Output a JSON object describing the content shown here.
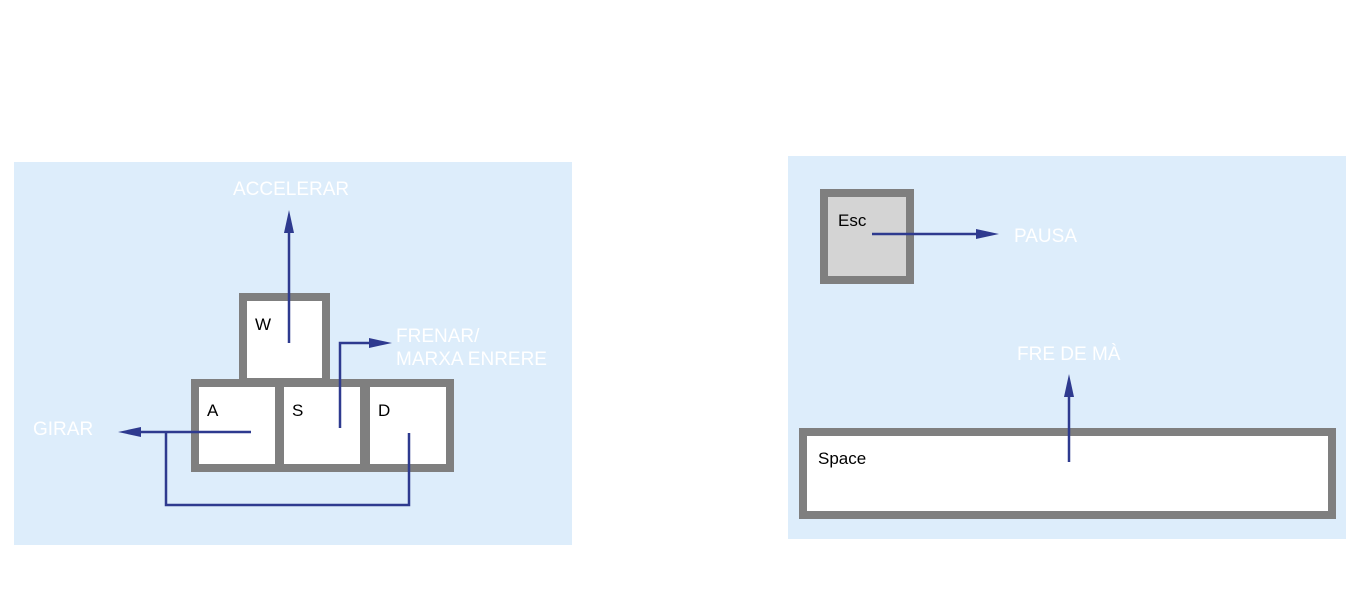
{
  "colors": {
    "panel_background": "#ddedfb",
    "key_border": "#7f7f7f",
    "key_face": "#ffffff",
    "esc_key_face": "#d4d4d4",
    "arrow": "#2e3a8f",
    "caption_text": "#ffffff"
  },
  "movement_keys": {
    "w": "W",
    "a": "A",
    "s": "S",
    "d": "D"
  },
  "movement_actions": {
    "accelerate": "ACCELERAR",
    "brake_line1": "FRENAR/",
    "brake_line2": "MARXA ENRERE",
    "steer": "GIRAR"
  },
  "other_keys": {
    "escape": "Esc",
    "space": "Space"
  },
  "other_actions": {
    "pause": "PAUSA",
    "handbrake": "FRE DE MÀ"
  }
}
